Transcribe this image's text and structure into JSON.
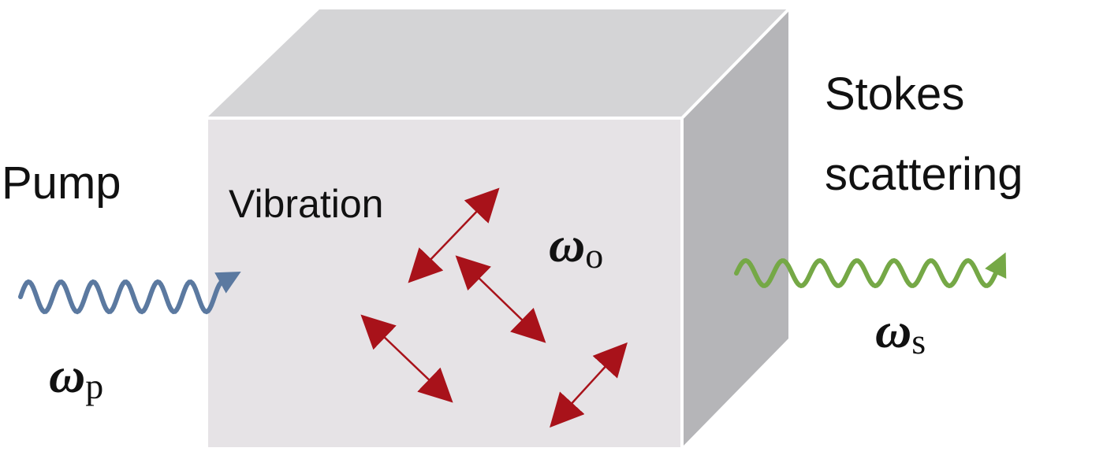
{
  "labels": {
    "pump": "Pump",
    "vibration": "Vibration",
    "stokes_line1": "Stokes",
    "stokes_line2": "scattering"
  },
  "symbols": {
    "pump": {
      "base": "ω",
      "sub": "p"
    },
    "optical": {
      "base": "ω",
      "sub": "o"
    },
    "stokes": {
      "base": "ω",
      "sub": "s"
    }
  },
  "colors": {
    "box_front": "#e6e3e6",
    "box_top": "#d4d4d6",
    "box_side": "#b5b5b8",
    "box_edge": "#ffffff",
    "pump_wave": "#5b79a0",
    "stokes_wave": "#75a846",
    "vibration_arrow": "#a8121a",
    "text": "#111111"
  }
}
